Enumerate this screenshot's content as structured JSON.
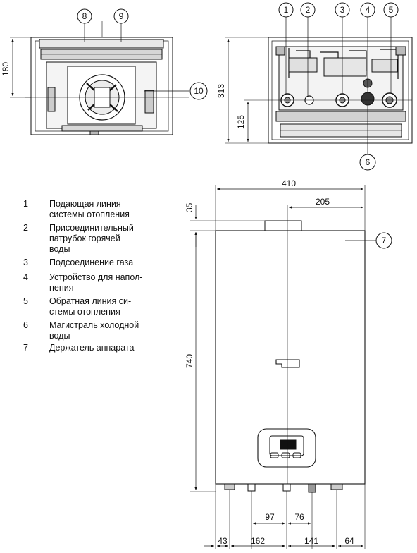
{
  "legend": [
    {
      "num": "1",
      "text": "Подающая линия\nсистемы отопления"
    },
    {
      "num": "2",
      "text": "Присоединительный\nпатрубок горячей\nводы"
    },
    {
      "num": "3",
      "text": "Подсоединение газа"
    },
    {
      "num": "4",
      "text": "Устройство для напол-\nнения"
    },
    {
      "num": "5",
      "text": "Обратная линия си-\nстемы отопления"
    },
    {
      "num": "6",
      "text": "Магистраль холодной\nводы"
    },
    {
      "num": "7",
      "text": "Держатель аппарата"
    }
  ],
  "callouts": {
    "c1": "1",
    "c2": "2",
    "c3": "3",
    "c4": "4",
    "c5": "5",
    "c6": "6",
    "c7": "7",
    "c8": "8",
    "c9": "9",
    "c10": "10"
  },
  "dimensions": {
    "top_left_height": "180",
    "top_right_depth": "313",
    "top_right_conn": "125",
    "front_width": "410",
    "front_half": "205",
    "front_top": "35",
    "front_height": "740",
    "bottom_97": "97",
    "bottom_76": "76",
    "bottom_43": "43",
    "bottom_162": "162",
    "bottom_141": "141",
    "bottom_64": "64"
  }
}
